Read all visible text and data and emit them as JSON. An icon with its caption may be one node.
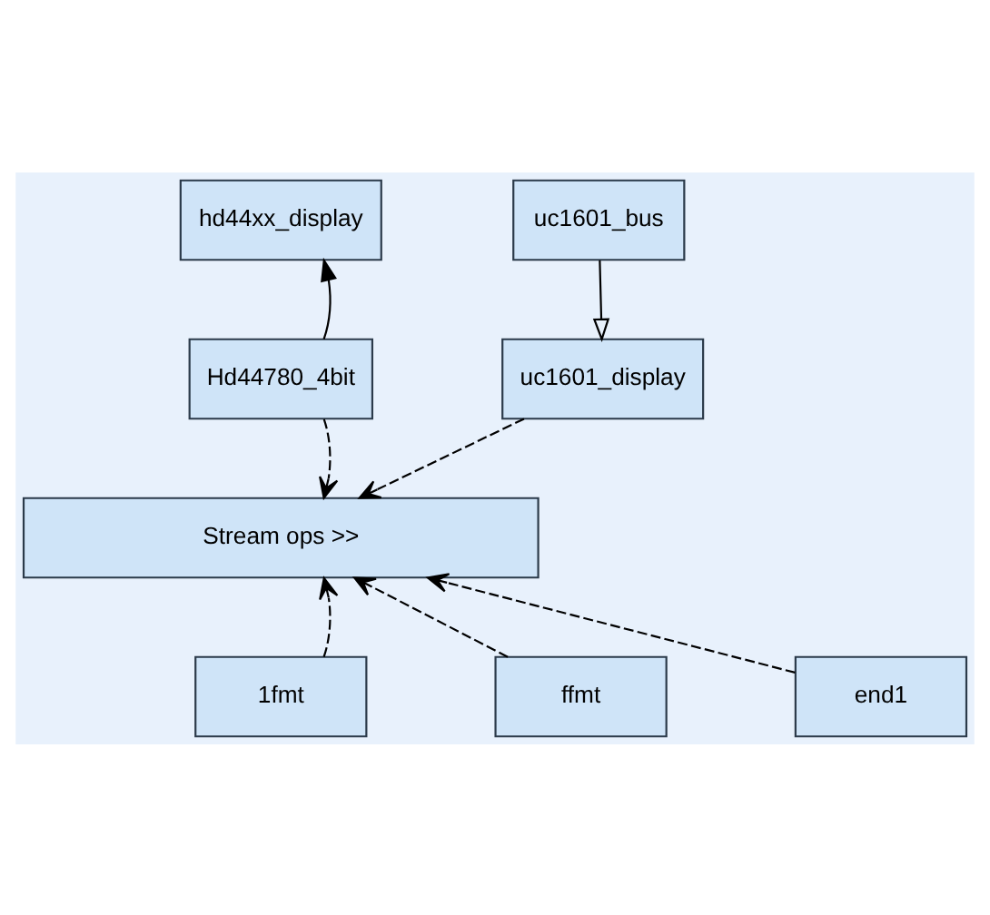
{
  "diagram": {
    "nodes": [
      {
        "text": [
          "hd44xx_display"
        ]
      },
      {
        "text": [
          "uc1601_bus"
        ]
      },
      {
        "text": [
          "Hd44780_4bit"
        ]
      },
      {
        "text": [
          "uc1601_display"
        ]
      },
      {
        "text": [
          "Stream ops >>"
        ]
      },
      {
        "text": [
          "1fmt"
        ]
      },
      {
        "text": [
          "ffmt"
        ]
      },
      {
        "text": [
          "end1"
        ]
      }
    ],
    "edges": [
      {
        "from": 2,
        "to": 0,
        "arrow": "to"
      },
      {
        "from": 1,
        "to": 3,
        "arrow": "to"
      },
      {
        "from": 2,
        "to": 4,
        "arrow": "to",
        "style": "dashed"
      },
      {
        "from": 3,
        "to": 4,
        "arrow": "to",
        "style": "dashed"
      },
      {
        "from": 5,
        "to": 4,
        "arrow": "to",
        "style": "dashed"
      },
      {
        "from": 6,
        "to": 4,
        "arrow": "to",
        "style": "dashed"
      },
      {
        "from": 7,
        "to": 4,
        "arrow": "to",
        "style": "dashed"
      }
    ]
  }
}
